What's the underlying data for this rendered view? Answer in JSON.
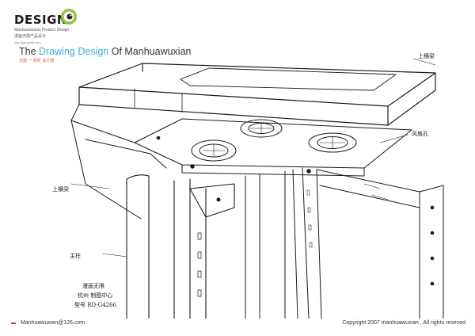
{
  "brand": {
    "wordmark": "DESIGN",
    "tagline_en": "Manhuawuxian Product Design",
    "tagline_cn": "漫画无限产品设计",
    "url": "http://pencil99.com"
  },
  "header": {
    "title_prefix": "The ",
    "title_accent": "Drawing Design",
    "title_suffix": " Of Manhuawuxian",
    "subtitle": "详图 一 机柜 设计图"
  },
  "annotations": {
    "top_frame": "上横梁",
    "fan_holes": "风扇孔",
    "left_beam": "上横梁",
    "column": "主柱",
    "spec_product": "漫画无限",
    "spec_location": "杭州 制图中心",
    "spec_model": "型号 RD-G4266"
  },
  "footer": {
    "email": "Manhuawuxian@126.com",
    "copyright": "Copyright 2007 manhuawuxian , All rights reseved"
  },
  "colors": {
    "accent_blue": "#3bb0d8",
    "accent_red": "#e0332b",
    "logo_green": "#8cc63f",
    "ink": "#1a1a1a"
  }
}
